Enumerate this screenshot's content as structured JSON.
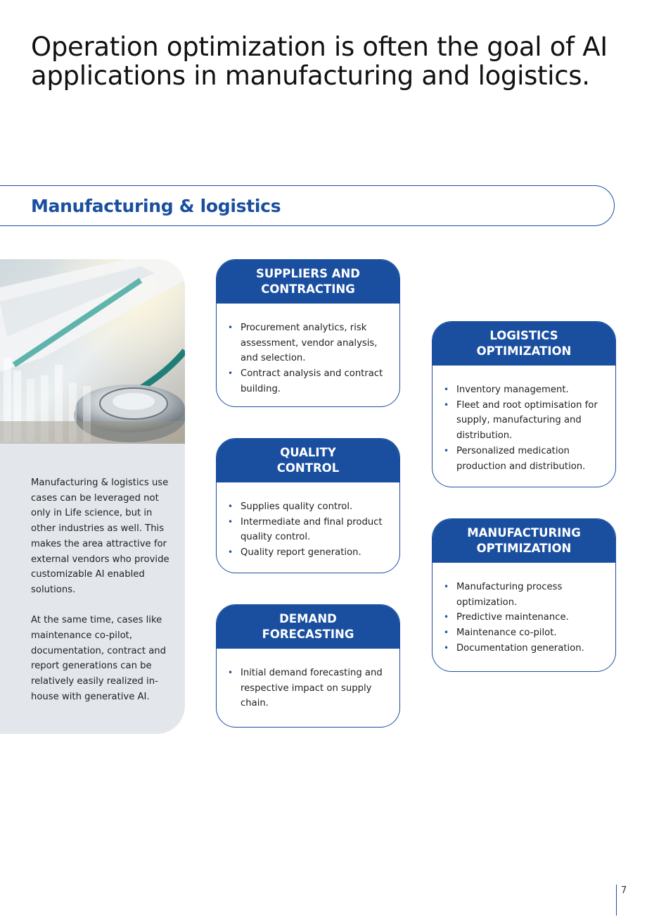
{
  "header": {
    "title": "Operation optimization is often the goal of AI applications in manufacturing and logistics."
  },
  "section": {
    "title": "Manufacturing & logistics"
  },
  "side_panel": {
    "paragraphs": [
      "Manufacturing & logistics use cases can be leveraged not only in Life science, but in other industries as well. This makes the area attractive for external vendors who provide customizable AI enabled solutions.",
      "At the same time, cases like maintenance co-pilot, documentation, contract and report generations can be relatively easily realized in-house with generative AI."
    ]
  },
  "cards": {
    "suppliers": {
      "title": "SUPPLIERS AND\nCONTRACTING",
      "items": [
        "Procurement analytics, risk assessment, vendor analysis, and selection.",
        "Contract analysis and contract building."
      ]
    },
    "quality": {
      "title": "QUALITY\nCONTROL",
      "items": [
        "Supplies quality control.",
        "Intermediate and final product quality control.",
        "Quality report generation."
      ]
    },
    "demand": {
      "title": "DEMAND\nFORECASTING",
      "items": [
        "Initial demand forecasting and respective impact on supply chain."
      ]
    },
    "logistics": {
      "title": "LOGISTICS\nOPTIMIZATION",
      "items": [
        "Inventory management.",
        "Fleet and root optimisation for supply, manufacturing and distribution.",
        "Personalized medication production and distribution."
      ]
    },
    "manufacturing": {
      "title": "MANUFACTURING\nOPTIMIZATION",
      "items": [
        "Manufacturing process optimization.",
        "Predictive maintenance.",
        "Maintenance co-pilot.",
        "Documentation generation."
      ]
    }
  },
  "footer": {
    "page_number": "7"
  },
  "colors": {
    "accent": "#1a4fa0",
    "panel": "#e3e7eb"
  }
}
